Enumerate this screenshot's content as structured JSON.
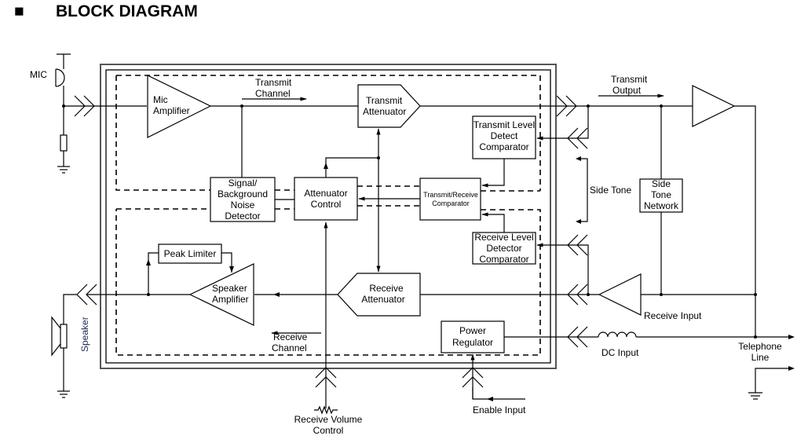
{
  "heading": {
    "bullet": "■",
    "title": "BLOCK DIAGRAM"
  },
  "blocks": {
    "mic_amplifier": [
      "Mic",
      "Amplifier"
    ],
    "transmit_attenuator": [
      "Transmit",
      "Attenuator"
    ],
    "transmit_level_detect": [
      "Transmit Level",
      "Detect",
      "Comparator"
    ],
    "signal_noise_detector": [
      "Signal/",
      "Background",
      "Noise",
      "Detector"
    ],
    "attenuator_control": [
      "Attenuator",
      "Control"
    ],
    "tx_rx_comparator": [
      "Transmit/Receive",
      "Comparator"
    ],
    "receive_level_detector": [
      "Receive Level",
      "Detector",
      "Comparator"
    ],
    "peak_limiter": [
      "Peak Limiter"
    ],
    "speaker_amplifier": [
      "Speaker",
      "Amplifier"
    ],
    "receive_attenuator": [
      "Receive",
      "Attenuator"
    ],
    "power_regulator": [
      "Power",
      "Regulator"
    ],
    "side_tone_network": [
      "Side",
      "Tone",
      "Network"
    ]
  },
  "labels": {
    "mic": "MIC",
    "speaker": "Speaker",
    "transmit_channel": [
      "Transmit",
      "Channel"
    ],
    "receive_channel": [
      "Receive",
      "Channel"
    ],
    "transmit_output": [
      "Transmit",
      "Output"
    ],
    "side_tone": "Side Tone",
    "receive_input": "Receive Input",
    "dc_input": "DC Input",
    "telephone_line": [
      "Telephone",
      "Line"
    ],
    "receive_volume_control": [
      "Receive Volume",
      "Control"
    ],
    "enable_input": "Enable Input"
  }
}
